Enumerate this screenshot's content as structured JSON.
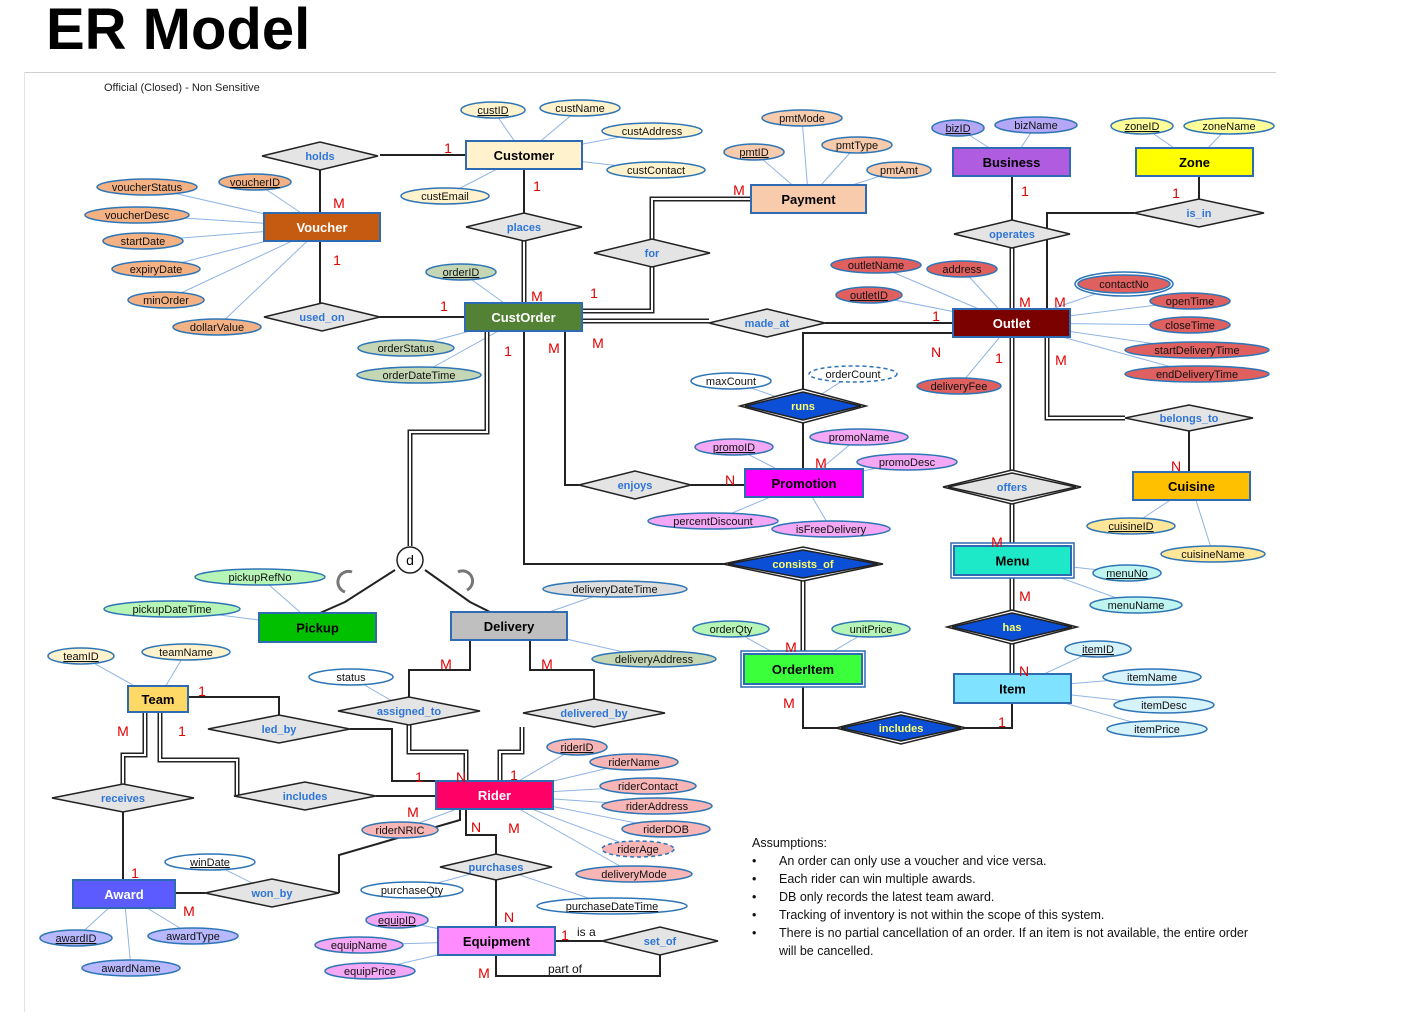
{
  "title": "ER Model",
  "classification": "Official (Closed) - Non Sensitive",
  "entities": {
    "customer": {
      "label": "Customer",
      "fill": "#fff2cc",
      "text": "#000000"
    },
    "voucher": {
      "label": "Voucher",
      "fill": "#c55a11",
      "text": "#ffffff"
    },
    "payment": {
      "label": "Payment",
      "fill": "#f8cbad",
      "text": "#000000"
    },
    "business": {
      "label": "Business",
      "fill": "#b05ce0",
      "text": "#000000"
    },
    "zone": {
      "label": "Zone",
      "fill": "#ffff00",
      "text": "#000000"
    },
    "custorder": {
      "label": "CustOrder",
      "fill": "#548235",
      "text": "#ffffff"
    },
    "outlet": {
      "label": "Outlet",
      "fill": "#7b0000",
      "text": "#ffffff"
    },
    "promotion": {
      "label": "Promotion",
      "fill": "#ff00ff",
      "text": "#000000"
    },
    "cuisine": {
      "label": "Cuisine",
      "fill": "#ffc000",
      "text": "#000000"
    },
    "menu": {
      "label": "Menu",
      "fill": "#1de9c8",
      "text": "#000000"
    },
    "pickup": {
      "label": "Pickup",
      "fill": "#00c000",
      "text": "#000000"
    },
    "delivery": {
      "label": "Delivery",
      "fill": "#bfbfbf",
      "text": "#000000"
    },
    "orderitem": {
      "label": "OrderItem",
      "fill": "#3cff3c",
      "text": "#000000"
    },
    "item": {
      "label": "Item",
      "fill": "#7fe3ff",
      "text": "#000000"
    },
    "team": {
      "label": "Team",
      "fill": "#ffd966",
      "text": "#000000"
    },
    "rider": {
      "label": "Rider",
      "fill": "#ff0066",
      "text": "#ffffff"
    },
    "award": {
      "label": "Award",
      "fill": "#5b5bff",
      "text": "#ffffff"
    },
    "equipment": {
      "label": "Equipment",
      "fill": "#ff8cff",
      "text": "#000000"
    }
  },
  "relationships": {
    "holds": {
      "label": "holds"
    },
    "places": {
      "label": "places"
    },
    "for": {
      "label": "for"
    },
    "operates": {
      "label": "operates"
    },
    "is_in": {
      "label": "is_in"
    },
    "used_on": {
      "label": "used_on"
    },
    "made_at": {
      "label": "made_at"
    },
    "runs": {
      "label": "runs"
    },
    "belongs_to": {
      "label": "belongs_to"
    },
    "enjoys": {
      "label": "enjoys"
    },
    "offers": {
      "label": "offers"
    },
    "consists_of": {
      "label": "consists_of"
    },
    "has": {
      "label": "has"
    },
    "includes_item": {
      "label": "includes"
    },
    "assigned_to": {
      "label": "assigned_to"
    },
    "delivered_by": {
      "label": "delivered_by"
    },
    "led_by": {
      "label": "led_by"
    },
    "receives": {
      "label": "receives"
    },
    "includes_rider": {
      "label": "includes"
    },
    "purchases": {
      "label": "purchases"
    },
    "won_by": {
      "label": "won_by"
    },
    "set_of": {
      "label": "set_of"
    }
  },
  "attributes": {
    "custID": "custID",
    "custName": "custName",
    "custAddress": "custAddress",
    "custContact": "custContact",
    "custEmail": "custEmail",
    "pmtMode": "pmtMode",
    "pmtID": "pmtID",
    "pmtType": "pmtType",
    "pmtAmt": "pmtAmt",
    "bizID": "bizID",
    "bizName": "bizName",
    "zoneID": "zoneID",
    "zoneName": "zoneName",
    "voucherStatus": "voucherStatus",
    "voucherID": "voucherID",
    "voucherDesc": "voucherDesc",
    "startDate": "startDate",
    "expiryDate": "expiryDate",
    "minOrder": "minOrder",
    "dollarValue": "dollarValue",
    "orderID": "orderID",
    "orderStatus": "orderStatus",
    "orderDateTime": "orderDateTime",
    "outletName": "outletName",
    "address": "address",
    "outletID": "outletID",
    "contactNo": "contactNo",
    "openTime": "openTime",
    "closeTime": "closeTime",
    "startDeliveryTime": "startDeliveryTime",
    "endDeliveryTime": "endDeliveryTime",
    "deliveryFee": "deliveryFee",
    "maxCount": "maxCount",
    "orderCount": "orderCount",
    "promoID": "promoID",
    "promoName": "promoName",
    "promoDesc": "promoDesc",
    "percentDiscount": "percentDiscount",
    "isFreeDelivery": "isFreeDelivery",
    "cuisineID": "cuisineID",
    "cuisineName": "cuisineName",
    "menuNo": "menuNo",
    "menuName": "menuName",
    "pickupRefNo": "pickupRefNo",
    "pickupDateTime": "pickupDateTime",
    "deliveryDateTime": "deliveryDateTime",
    "deliveryAddress": "deliveryAddress",
    "orderQty": "orderQty",
    "unitPrice": "unitPrice",
    "itemID": "itemID",
    "itemName": "itemName",
    "itemDesc": "itemDesc",
    "itemPrice": "itemPrice",
    "teamID": "teamID",
    "teamName": "teamName",
    "status": "status",
    "riderID": "riderID",
    "riderName": "riderName",
    "riderContact": "riderContact",
    "riderAddress": "riderAddress",
    "riderDOB": "riderDOB",
    "riderAge": "riderAge",
    "riderNRIC": "riderNRIC",
    "deliveryMode": "deliveryMode",
    "winDate": "winDate",
    "purchaseQty": "purchaseQty",
    "purchaseDateTime": "purchaseDateTime",
    "awardID": "awardID",
    "awardType": "awardType",
    "awardName": "awardName",
    "equipID": "equipID",
    "equipName": "equipName",
    "equipPrice": "equipPrice"
  },
  "specialization_symbol": "d",
  "notes": {
    "is_a": "is a",
    "part_of": "part of"
  },
  "cardinality": {
    "one": "1",
    "many": "M",
    "n": "N"
  },
  "assumptions": {
    "title": "Assumptions:",
    "items": [
      "An order can only use a voucher and vice versa.",
      "Each rider can win multiple awards.",
      "DB only records the latest team award.",
      "Tracking of inventory is not within the scope of this system.",
      "There is no partial cancellation of an order. If an item is not available, the entire order will be cancelled."
    ]
  },
  "colors": {
    "relationship_fill": "#e4e4e4",
    "relationship_text": "#2e75d6",
    "identifying_fill": "#0b4fd6",
    "identifying_text": "#ffff66",
    "card": "#e00000"
  }
}
